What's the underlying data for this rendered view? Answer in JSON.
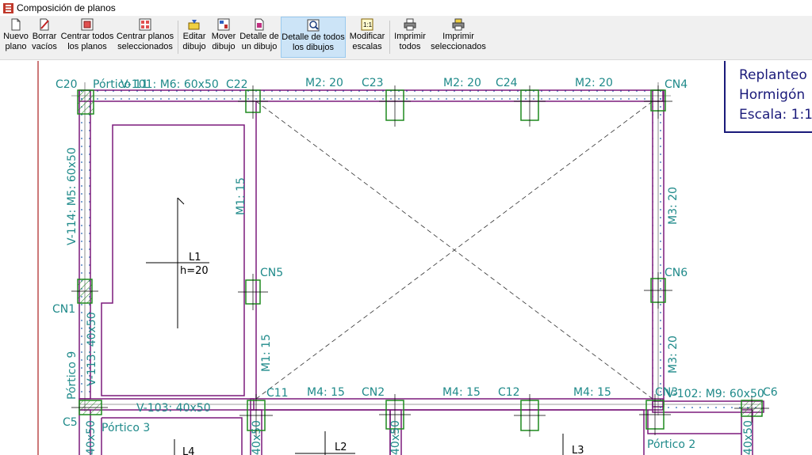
{
  "window": {
    "title": "Composición de planos"
  },
  "toolbar": {
    "nuevo": [
      "Nuevo",
      "plano"
    ],
    "borrar": [
      "Borrar",
      "vacíos"
    ],
    "centrar_todos": [
      "Centrar todos",
      "los planos"
    ],
    "centrar_sel": [
      "Centrar planos",
      "seleccionados"
    ],
    "editar": [
      "Editar",
      "dibujo"
    ],
    "mover": [
      "Mover",
      "dibujo"
    ],
    "detalle": [
      "Detalle de",
      "un dibujo"
    ],
    "detalle_todos": [
      "Detalle de todos",
      "los dibujos"
    ],
    "modificar": [
      "Modificar",
      "escalas"
    ],
    "imprimir_todos": [
      "Imprimir",
      "todos"
    ],
    "imprimir_sel": [
      "Imprimir",
      "seleccionados"
    ]
  },
  "drawing": {
    "legend": [
      "Replanteo",
      "Hormigón",
      "Escala: 1:1"
    ],
    "columns": {
      "c20": "C20",
      "c22": "C22",
      "c23": "C23",
      "c24": "C24",
      "cn4": "CN4",
      "cn5": "CN5",
      "cn6": "CN6",
      "cn1": "CN1",
      "c5": "C5",
      "c11": "C11",
      "cn2": "CN2",
      "c12": "C12",
      "cn3": "CN3",
      "c6": "C6"
    },
    "porticos": {
      "p11": "Pórtico 11",
      "p9": "Pórtico 9",
      "p3": "Pórtico 3",
      "p2": "Pórtico 2"
    },
    "beams": {
      "v101": "V-101: M6: 60x50",
      "m2_a": "M2: 20",
      "m2_b": "M2: 20",
      "m2_c": "M2: 20",
      "v114": "V-114: M5: 60x50",
      "m1_a": "M1: 15",
      "m1_b": "M1: 15",
      "m3_a": "M3: 20",
      "m3_b": "M3: 20",
      "v113": "V-113: 40x50",
      "v103": "V-103: 40x50",
      "m4_a": "M4: 15",
      "m4_b": "M4: 15",
      "m4_c": "M4: 15",
      "v102": "V-102: M9: 60x50",
      "b40_a": "40x50",
      "b40_b": "40x50",
      "b40_c": "40x50",
      "b40_d": "40x50"
    },
    "slabs": {
      "l1": "L1",
      "h20": "h=20",
      "l2": "L2",
      "l3": "L3",
      "l4": "L4"
    }
  },
  "colors": {
    "wall": "#7b1a7b",
    "column": "#1f8a1f",
    "label": "#1f8a8a",
    "legend": "#1a1a7a",
    "red_line": "#b03030"
  }
}
